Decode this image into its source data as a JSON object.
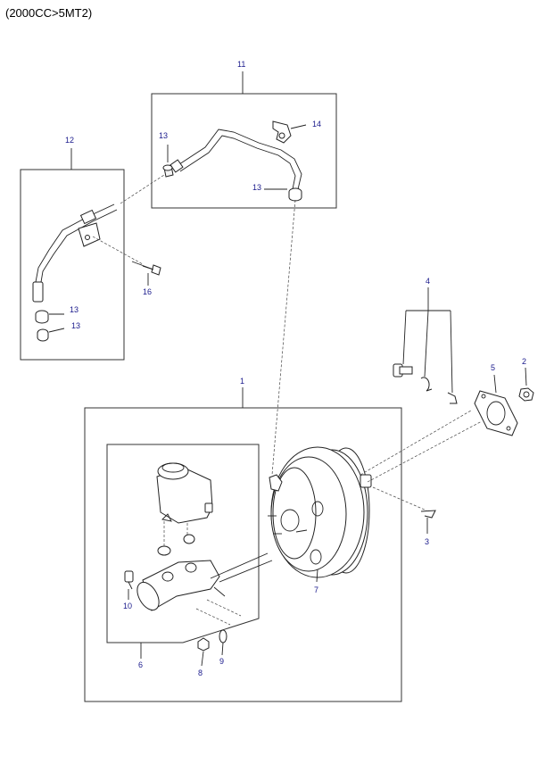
{
  "header": {
    "title": "(2000CC>5MT2)"
  },
  "colors": {
    "callout": "#1a1a8c",
    "line": "#222222"
  },
  "callouts": {
    "c1": "1",
    "c2": "2",
    "c3": "3",
    "c4": "4",
    "c5": "5",
    "c6": "6",
    "c7": "7",
    "c8": "8",
    "c9": "9",
    "c10": "10",
    "c11": "11",
    "c12": "12",
    "c13a": "13",
    "c13b": "13",
    "c13c": "13",
    "c13d": "13",
    "c14": "14",
    "c16": "16"
  }
}
